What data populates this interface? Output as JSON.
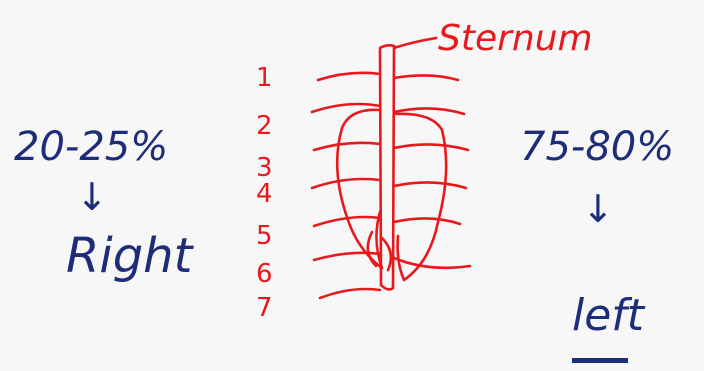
{
  "sternum_label": "Sternum",
  "rib_numbers": [
    "1",
    "2",
    "3",
    "4",
    "5",
    "6",
    "7"
  ],
  "right_side": {
    "percent": "20-25%",
    "arrow": "↓",
    "label": "Right"
  },
  "left_side": {
    "percent": "75-80%",
    "arrow": "↓",
    "label": "left"
  },
  "colors": {
    "ink_blue": "#1e2d78",
    "ink_red": "#e8191c",
    "background": "#f7f7f8"
  }
}
